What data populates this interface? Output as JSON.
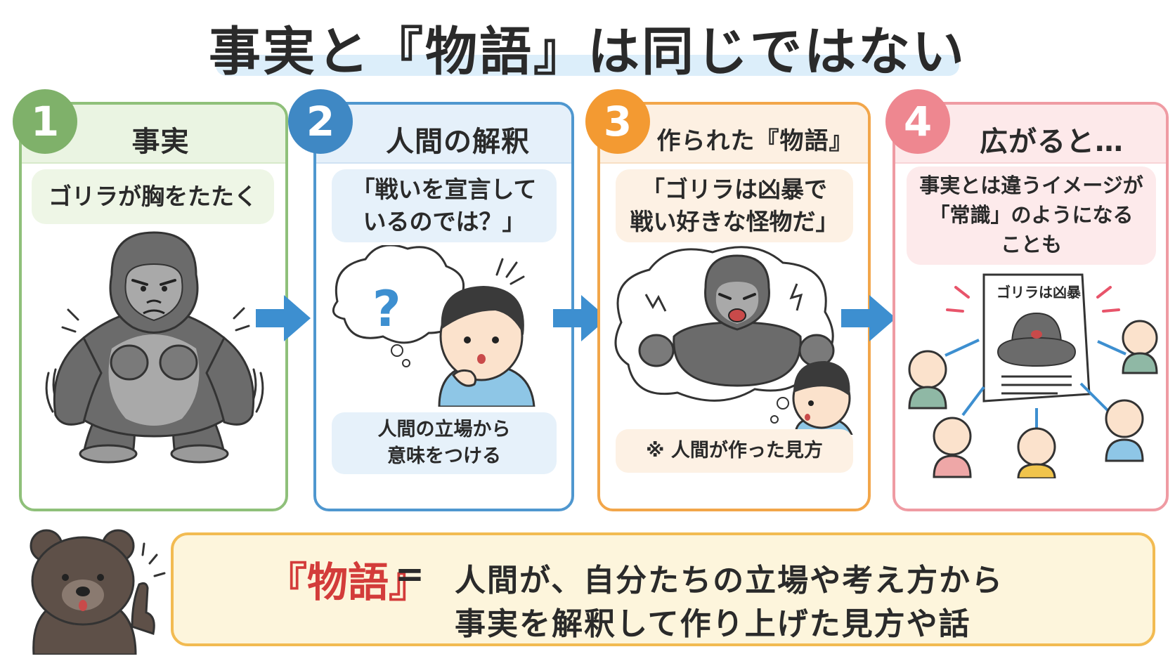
{
  "title": "事実と『物語』は同じではない",
  "panels": [
    {
      "number": "1",
      "heading": "事実",
      "bubble": [
        "ゴリラが胸をたたく"
      ],
      "note": [],
      "color": "#8fc07a"
    },
    {
      "number": "2",
      "heading": "人間の解釈",
      "bubble": [
        "「戦いを宣言して",
        "いるのでは？」"
      ],
      "note": [
        "人間の立場から",
        "意味をつける"
      ],
      "color": "#4f97cf"
    },
    {
      "number": "3",
      "heading": "作られた『物語』",
      "bubble": [
        "「ゴリラは凶暴で",
        "戦い好きな怪物だ」"
      ],
      "note": [
        "※ 人間が作った見方"
      ],
      "color": "#f2a64a"
    },
    {
      "number": "4",
      "heading": "広がると…",
      "bubble": [
        "事実とは違うイメージが",
        "「常識」のようになる",
        "ことも"
      ],
      "note": [],
      "poster_text": "ゴリラは凶暴",
      "color": "#ef9ba3"
    }
  ],
  "definition": {
    "term": "『物語』",
    "equals": "=",
    "line1": "人間が、自分たちの立場や考え方から",
    "line2": "事実を解釈して作り上げた見方や話"
  },
  "colors": {
    "arrow": "#3d8fd0",
    "definition_border": "#f2bb52",
    "definition_bg": "#fdf5dc",
    "term": "#d33c3a"
  }
}
